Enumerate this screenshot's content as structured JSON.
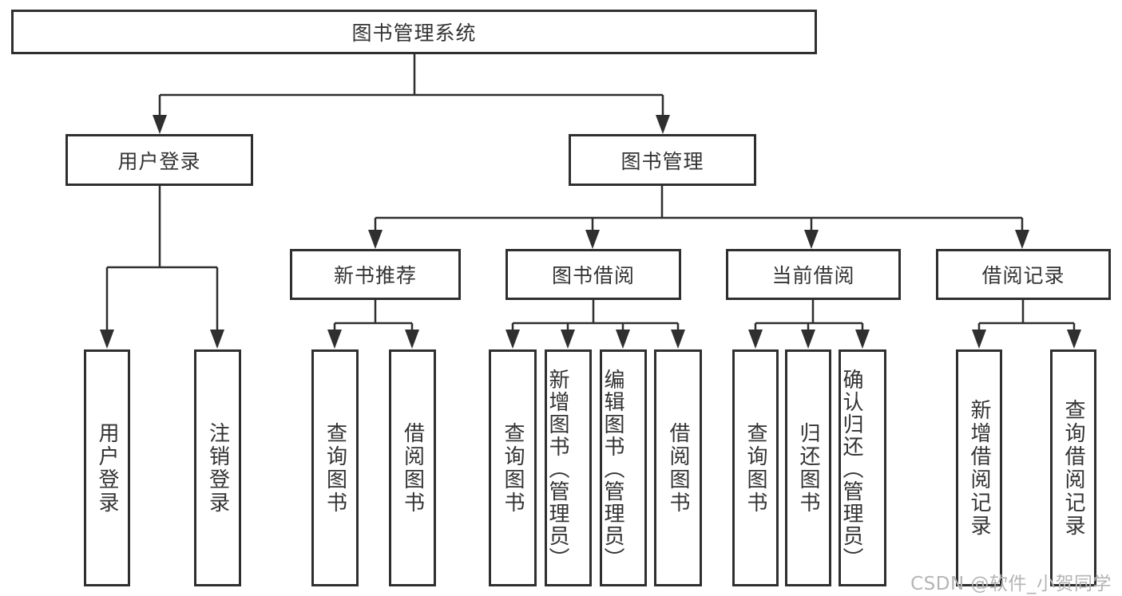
{
  "nodes": {
    "root": "图书管理系统",
    "user_login": "用户登录",
    "book_management": "图书管理",
    "new_book_recommend": "新书推荐",
    "book_borrow": "图书借阅",
    "current_borrow": "当前借阅",
    "borrow_records": "借阅记录",
    "leaf_user_login": "用户登录",
    "leaf_logout": "注销登录",
    "leaf_query_book_a": "查询图书",
    "leaf_borrow_book_a": "借阅图书",
    "leaf_query_book_b": "查询图书",
    "leaf_add_book_admin": "新增图书（管理员）",
    "leaf_edit_book_admin": "编辑图书（管理员）",
    "leaf_borrow_book_b": "借阅图书",
    "leaf_query_book_c": "查询图书",
    "leaf_return_book": "归还图书",
    "leaf_confirm_return_admin": "确认归还（管理员）",
    "leaf_add_borrow_record": "新增借阅记录",
    "leaf_query_borrow_record": "查询借阅记录"
  },
  "watermark": "CSDN @软件_小贺同学",
  "colors": {
    "line": "#2f2f2f",
    "text": "#333333",
    "watermark": "#b5b5b5",
    "background": "#ffffff"
  }
}
